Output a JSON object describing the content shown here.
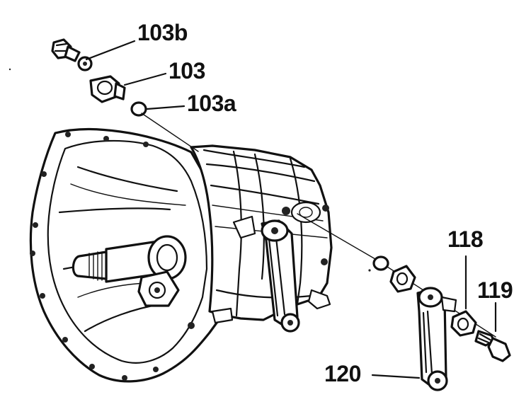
{
  "diagram": {
    "callouts": [
      {
        "id": "103b",
        "text": "103b"
      },
      {
        "id": "103",
        "text": "103"
      },
      {
        "id": "103a",
        "text": "103a"
      },
      {
        "id": "118",
        "text": "118"
      },
      {
        "id": "119",
        "text": "119"
      },
      {
        "id": "120",
        "text": "120"
      }
    ]
  }
}
